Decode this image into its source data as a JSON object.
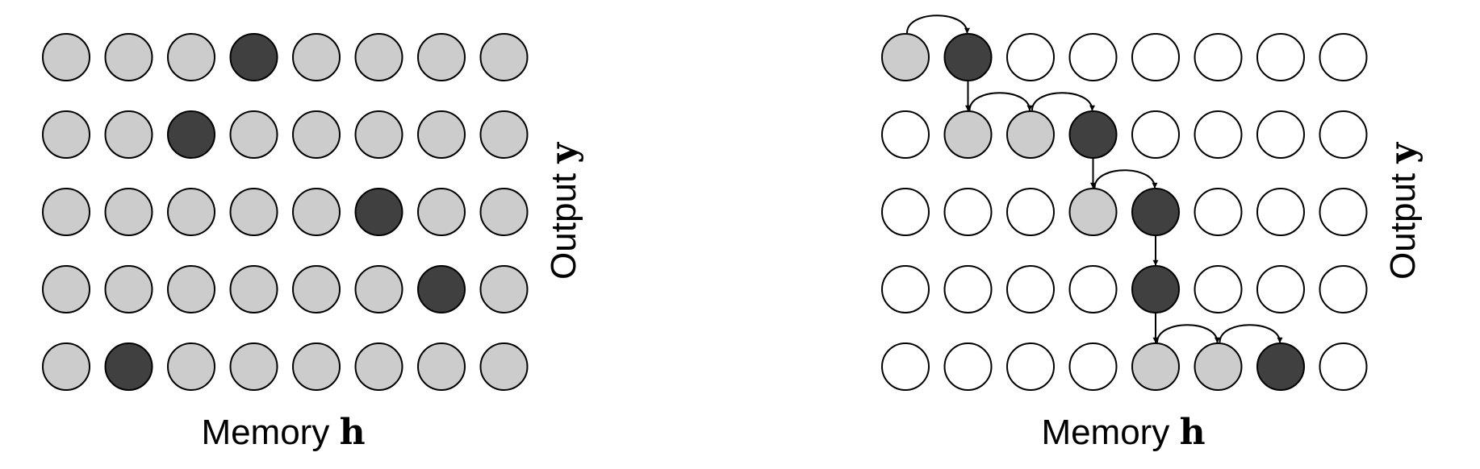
{
  "colors": {
    "selected": "#404040",
    "attended": "#cccccc",
    "unused": "#ffffff",
    "stroke": "#000000"
  },
  "panels": [
    {
      "name": "panel-left",
      "x_label": {
        "text": "Memory ",
        "var": "h"
      },
      "y_label": {
        "text": "Output ",
        "var": "y"
      },
      "rows": [
        [
          "g",
          "g",
          "g",
          "d",
          "g",
          "g",
          "g",
          "g"
        ],
        [
          "g",
          "g",
          "d",
          "g",
          "g",
          "g",
          "g",
          "g"
        ],
        [
          "g",
          "g",
          "g",
          "g",
          "g",
          "d",
          "g",
          "g"
        ],
        [
          "g",
          "g",
          "g",
          "g",
          "g",
          "g",
          "d",
          "g"
        ],
        [
          "g",
          "d",
          "g",
          "g",
          "g",
          "g",
          "g",
          "g"
        ]
      ],
      "arcs": [],
      "drops": []
    },
    {
      "name": "panel-right",
      "x_label": {
        "text": "Memory ",
        "var": "h"
      },
      "y_label": {
        "text": "Output ",
        "var": "y"
      },
      "rows": [
        [
          "g",
          "d",
          "w",
          "w",
          "w",
          "w",
          "w",
          "w"
        ],
        [
          "w",
          "g",
          "g",
          "d",
          "w",
          "w",
          "w",
          "w"
        ],
        [
          "w",
          "w",
          "w",
          "g",
          "d",
          "w",
          "w",
          "w"
        ],
        [
          "w",
          "w",
          "w",
          "w",
          "d",
          "w",
          "w",
          "w"
        ],
        [
          "w",
          "w",
          "w",
          "w",
          "g",
          "g",
          "d",
          "w"
        ]
      ],
      "arcs": [
        {
          "row": 0,
          "from": 0,
          "to": 1
        },
        {
          "row": 1,
          "from": 1,
          "to": 2
        },
        {
          "row": 1,
          "from": 2,
          "to": 3
        },
        {
          "row": 2,
          "from": 3,
          "to": 4
        },
        {
          "row": 4,
          "from": 4,
          "to": 5
        },
        {
          "row": 4,
          "from": 5,
          "to": 6
        }
      ],
      "drops": [
        {
          "from_row": 0,
          "to_row": 1,
          "col": 1
        },
        {
          "from_row": 1,
          "to_row": 2,
          "col": 3
        },
        {
          "from_row": 2,
          "to_row": 3,
          "col": 4
        },
        {
          "from_row": 3,
          "to_row": 4,
          "col": 4
        }
      ]
    }
  ]
}
